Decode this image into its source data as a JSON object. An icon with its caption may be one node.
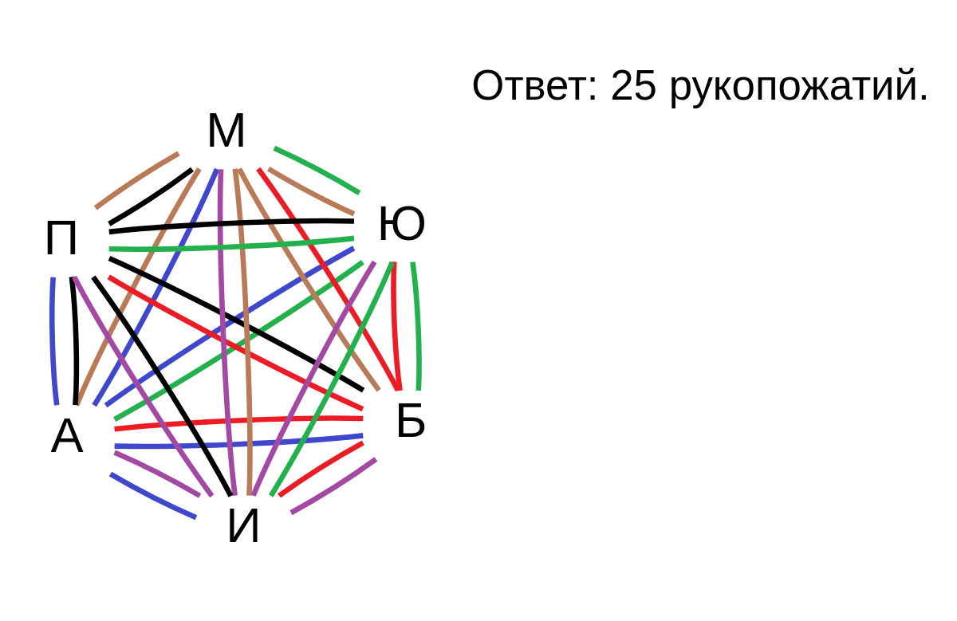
{
  "diagram": {
    "nodes": [
      {
        "text": [
          "А"
        ]
      },
      {
        "text": [
          "Б"
        ]
      },
      {
        "text": [
          "И"
        ]
      },
      {
        "text": [
          "М"
        ]
      },
      {
        "text": [
          "Ю"
        ]
      },
      {
        "text": [
          "П"
        ]
      }
    ],
    "edges": [
      {
        "from": 0,
        "to": 1,
        "arrow": "none",
        "color": "#ed1c24"
      },
      {
        "from": 0,
        "to": 1,
        "arrow": "none",
        "color": "#3f48cc"
      },
      {
        "from": 0,
        "to": 2,
        "arrow": "none",
        "color": "#a349a4"
      },
      {
        "from": 0,
        "to": 2,
        "arrow": "none",
        "color": "#3f48cc"
      },
      {
        "from": 0,
        "to": 3,
        "arrow": "none",
        "color": "#b97a57"
      },
      {
        "from": 0,
        "to": 3,
        "arrow": "none",
        "color": "#3f48cc"
      },
      {
        "from": 0,
        "to": 4,
        "arrow": "none",
        "color": "#3f48cc"
      },
      {
        "from": 0,
        "to": 4,
        "arrow": "none",
        "color": "#22b14c"
      },
      {
        "from": 0,
        "to": 5,
        "arrow": "none",
        "color": "#3f48cc"
      },
      {
        "from": 0,
        "to": 5,
        "arrow": "none",
        "color": "#000000"
      },
      {
        "from": 1,
        "to": 2,
        "arrow": "none",
        "color": "#a349a4"
      },
      {
        "from": 1,
        "to": 2,
        "arrow": "none",
        "color": "#ed1c24"
      },
      {
        "from": 1,
        "to": 3,
        "arrow": "none",
        "color": "#b97a57"
      },
      {
        "from": 1,
        "to": 3,
        "arrow": "none",
        "color": "#ed1c24"
      },
      {
        "from": 1,
        "to": 4,
        "arrow": "none",
        "color": "#ed1c24"
      },
      {
        "from": 1,
        "to": 4,
        "arrow": "none",
        "color": "#22b14c"
      },
      {
        "from": 1,
        "to": 5,
        "arrow": "none",
        "color": "#ed1c24"
      },
      {
        "from": 1,
        "to": 5,
        "arrow": "none",
        "color": "#000000"
      },
      {
        "from": 2,
        "to": 3,
        "arrow": "none",
        "color": "#a349a4"
      },
      {
        "from": 2,
        "to": 3,
        "arrow": "none",
        "color": "#b97a57"
      },
      {
        "from": 2,
        "to": 4,
        "arrow": "none",
        "color": "#a349a4"
      },
      {
        "from": 2,
        "to": 4,
        "arrow": "none",
        "color": "#22b14c"
      },
      {
        "from": 2,
        "to": 5,
        "arrow": "none",
        "color": "#a349a4"
      },
      {
        "from": 2,
        "to": 5,
        "arrow": "none",
        "color": "#000000"
      },
      {
        "from": 3,
        "to": 4,
        "arrow": "none",
        "color": "#22b14c"
      },
      {
        "from": 3,
        "to": 4,
        "arrow": "none",
        "color": "#b97a57"
      },
      {
        "from": 3,
        "to": 5,
        "arrow": "none",
        "color": "#000000"
      },
      {
        "from": 3,
        "to": 5,
        "arrow": "none",
        "color": "#b97a57"
      },
      {
        "from": 4,
        "to": 5,
        "arrow": "none",
        "color": "#22b14c"
      },
      {
        "from": 4,
        "to": 5,
        "arrow": "none",
        "color": "#000000"
      }
    ],
    "labels": [
      "Ответ: 25 рукопожатий."
    ]
  }
}
